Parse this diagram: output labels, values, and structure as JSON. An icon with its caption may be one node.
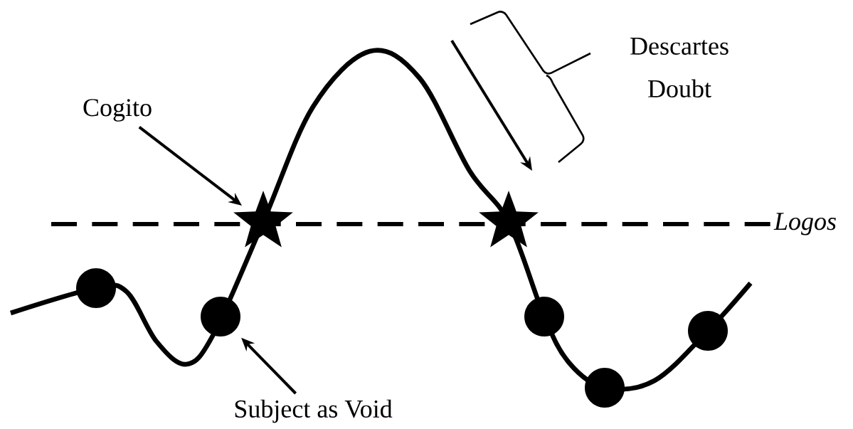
{
  "diagram": {
    "nodes": [
      {
        "text": [
          "Cogito"
        ]
      },
      {
        "text": [
          "Subject as Void"
        ]
      },
      {
        "text": [],
        "shape": "circle"
      },
      {
        "text": [],
        "shape": "circle"
      },
      {
        "text": [],
        "shape": "star"
      },
      {
        "text": [],
        "shape": "star"
      },
      {
        "text": [],
        "shape": "circle"
      },
      {
        "text": [],
        "shape": "circle"
      },
      {
        "text": [],
        "shape": "circle"
      }
    ],
    "edges": [
      {
        "from": 0,
        "to": 4,
        "arrow": "to"
      },
      {
        "from": 1,
        "to": 3,
        "arrow": "to"
      }
    ],
    "labels": [
      "Descartes Doubt",
      "Logos"
    ]
  }
}
